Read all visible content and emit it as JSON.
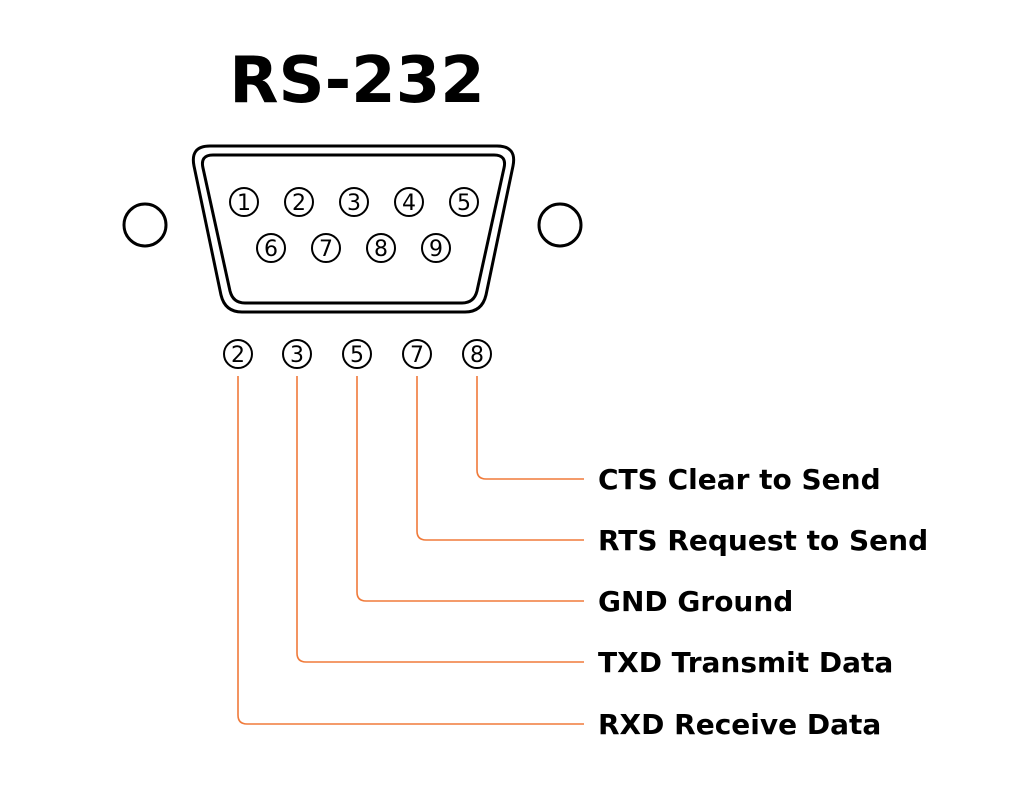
{
  "title": "RS-232",
  "colors": {
    "outline": "#000000",
    "leader": "#f07a3a",
    "background": "#ffffff"
  },
  "connector": {
    "top_row_pins": [
      "1",
      "2",
      "3",
      "4",
      "5"
    ],
    "bottom_row_pins": [
      "6",
      "7",
      "8",
      "9"
    ]
  },
  "signals": [
    {
      "pin": "2",
      "label": "RXD Receive Data"
    },
    {
      "pin": "3",
      "label": "TXD Transmit Data"
    },
    {
      "pin": "5",
      "label": "GND Ground"
    },
    {
      "pin": "7",
      "label": "RTS Request to Send"
    },
    {
      "pin": "8",
      "label": "CTS Clear to Send"
    }
  ]
}
